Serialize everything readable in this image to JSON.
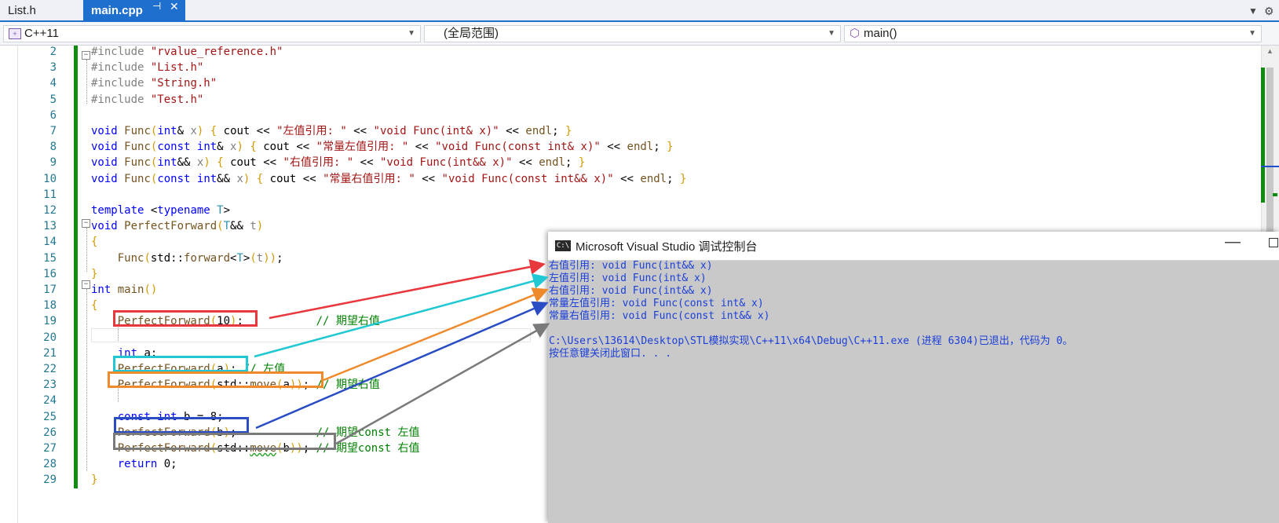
{
  "tabs": [
    {
      "label": "List.h",
      "active": false
    },
    {
      "label": "main.cpp",
      "active": true
    }
  ],
  "tab_icons": {
    "pin": "⊣",
    "close": "✕"
  },
  "navbar": {
    "project": "C++11",
    "scope": "(全局范围)",
    "member": "main()"
  },
  "code_lines": [
    {
      "n": "2",
      "html": "<span class=\"mc\">#include</span> <span class=\"st\">\"rvalue_reference.h\"</span>"
    },
    {
      "n": "3",
      "html": "<span class=\"mc\">#include</span> <span class=\"st\">\"List.h\"</span>"
    },
    {
      "n": "4",
      "html": "<span class=\"mc\">#include</span> <span class=\"st\">\"String.h\"</span>"
    },
    {
      "n": "5",
      "html": "<span class=\"mc\">#include</span> <span class=\"st\">\"Test.h\"</span>"
    },
    {
      "n": "6",
      "html": ""
    },
    {
      "n": "7",
      "html": "<span class=\"kw\">void</span> <span class=\"fn\">Func</span><span class=\"br\">(</span><span class=\"kw\">int</span>&amp; <span class=\"pa\">x</span><span class=\"br\">)</span> <span class=\"br\">{</span> cout &lt;&lt; <span class=\"st\">\"左值引用: \"</span> &lt;&lt; <span class=\"st\">\"void Func(int&amp; x)\"</span> &lt;&lt; <span class=\"fn\">endl</span>; <span class=\"br\">}</span>"
    },
    {
      "n": "8",
      "html": "<span class=\"kw\">void</span> <span class=\"fn\">Func</span><span class=\"br\">(</span><span class=\"kw\">const int</span>&amp; <span class=\"pa\">x</span><span class=\"br\">)</span> <span class=\"br\">{</span> cout &lt;&lt; <span class=\"st\">\"常量左值引用: \"</span> &lt;&lt; <span class=\"st\">\"void Func(const int&amp; x)\"</span> &lt;&lt; <span class=\"fn\">endl</span>; <span class=\"br\">}</span>"
    },
    {
      "n": "9",
      "html": "<span class=\"kw\">void</span> <span class=\"fn\">Func</span><span class=\"br\">(</span><span class=\"kw\">int</span>&amp;&amp; <span class=\"pa\">x</span><span class=\"br\">)</span> <span class=\"br\">{</span> cout &lt;&lt; <span class=\"st\">\"右值引用: \"</span> &lt;&lt; <span class=\"st\">\"void Func(int&amp;&amp; x)\"</span> &lt;&lt; <span class=\"fn\">endl</span>; <span class=\"br\">}</span>"
    },
    {
      "n": "10",
      "html": "<span class=\"kw\">void</span> <span class=\"fn\">Func</span><span class=\"br\">(</span><span class=\"kw\">const int</span>&amp;&amp; <span class=\"pa\">x</span><span class=\"br\">)</span> <span class=\"br\">{</span> cout &lt;&lt; <span class=\"st\">\"常量右值引用: \"</span> &lt;&lt; <span class=\"st\">\"void Func(const int&amp;&amp; x)\"</span> &lt;&lt; <span class=\"fn\">endl</span>; <span class=\"br\">}</span>"
    },
    {
      "n": "11",
      "html": ""
    },
    {
      "n": "12",
      "html": "<span class=\"kw\">template</span> &lt;<span class=\"kw\">typename</span> <span class=\"tp\">T</span>&gt;"
    },
    {
      "n": "13",
      "html": "<span class=\"kw\">void</span> <span class=\"fn\">PerfectForward</span><span class=\"br\">(</span><span class=\"tp\">T</span>&amp;&amp; <span class=\"pa\">t</span><span class=\"br\">)</span>"
    },
    {
      "n": "14",
      "html": "<span class=\"br\">{</span>"
    },
    {
      "n": "15",
      "html": "    <span class=\"fn\">Func</span><span class=\"br\">(</span>std::<span class=\"fn\">forward</span>&lt;<span class=\"tp\">T</span>&gt;<span class=\"br\">(</span><span class=\"pa\">t</span><span class=\"br\">))</span>;"
    },
    {
      "n": "16",
      "html": "<span class=\"br\">}</span>"
    },
    {
      "n": "17",
      "html": "<span class=\"kw\">int</span> <span class=\"fn\">main</span><span class=\"br\">()</span>"
    },
    {
      "n": "18",
      "html": "<span class=\"br\">{</span>"
    },
    {
      "n": "19",
      "html": "    <span class=\"fn\">PerfectForward</span><span class=\"br\">(</span>10<span class=\"br\">)</span>;           <span class=\"cm\">// 期望右值</span>"
    },
    {
      "n": "20",
      "html": ""
    },
    {
      "n": "21",
      "html": "    <span class=\"kw\">int</span> a;"
    },
    {
      "n": "22",
      "html": "    <span class=\"fn\">PerfectForward</span><span class=\"br\">(</span>a<span class=\"br\">)</span>; <span class=\"cm\">// 左值</span>"
    },
    {
      "n": "23",
      "html": "    <span class=\"fn\">PerfectForward</span><span class=\"br\">(</span>std::<span class=\"fn\">move</span><span class=\"br\">(</span>a<span class=\"br\">))</span>; <span class=\"cm\">// 期望右值</span>"
    },
    {
      "n": "24",
      "html": ""
    },
    {
      "n": "25",
      "html": "    <span class=\"kw\">const int</span> b = 8;"
    },
    {
      "n": "26",
      "html": "    <span class=\"fn\">PerfectForward</span><span class=\"br\">(</span>b<span class=\"br\">)</span>;            <span class=\"cm\">// 期望const 左值</span>"
    },
    {
      "n": "27",
      "html": "    <span class=\"fn\">PerfectForward</span><span class=\"br\">(</span>std::<span class=\"fn sq\">move</span><span class=\"br\">(</span>b<span class=\"br\">))</span>; <span class=\"cm\">// 期望const 右值</span>"
    },
    {
      "n": "28",
      "html": "    <span class=\"kw\">return</span> 0;"
    },
    {
      "n": "29",
      "html": "<span class=\"br\">}</span>"
    }
  ],
  "console": {
    "title": "Microsoft Visual Studio 调试控制台",
    "icon_text": "C:\\",
    "lines": [
      "右值引用: void Func(int&& x)",
      "左值引用: void Func(int& x)",
      "右值引用: void Func(int&& x)",
      "常量左值引用: void Func(const int& x)",
      "常量右值引用: void Func(const int&& x)",
      "",
      "C:\\Users\\13614\\Desktop\\STL模拟实现\\C++11\\x64\\Debug\\C++11.exe (进程 6304)已退出，代码为 0。",
      "按任意键关闭此窗口. . ."
    ]
  },
  "annotation_colors": {
    "red": "#e8383d",
    "cyan": "#1fc8d2",
    "orange": "#ef8a2c",
    "blue": "#2b4dc4",
    "gray": "#7a7a7a"
  },
  "colors": {
    "accent": "#1f6fcf",
    "change_bar": "#108c10",
    "console_text": "#1b3fd9",
    "console_bg": "#c9c9c9"
  }
}
